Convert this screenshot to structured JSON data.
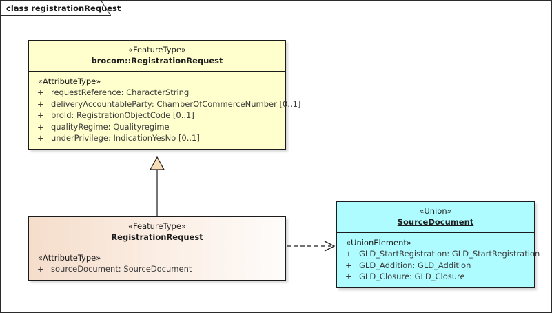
{
  "frame": {
    "title": "class registrationRequest"
  },
  "classes": {
    "brocom_registration_request": {
      "stereotype": "«FeatureType»",
      "name": "brocom::RegistrationRequest",
      "group_stereotype": "«AttributeType»",
      "attributes": [
        {
          "visibility": "+",
          "text": "requestReference: CharacterString"
        },
        {
          "visibility": "+",
          "text": "deliveryAccountableParty: ChamberOfCommerceNumber [0..1]"
        },
        {
          "visibility": "+",
          "text": "broId: RegistrationObjectCode [0..1]"
        },
        {
          "visibility": "+",
          "text": "qualityRegime: Qualityregime"
        },
        {
          "visibility": "+",
          "text": "underPrivilege: IndicationYesNo [0..1]"
        }
      ],
      "fill": "#ffffcd"
    },
    "registration_request": {
      "stereotype": "«FeatureType»",
      "name": "RegistrationRequest",
      "group_stereotype": "«AttributeType»",
      "attributes": [
        {
          "visibility": "+",
          "text": "sourceDocument: SourceDocument"
        }
      ],
      "fill": "#f5ddcb"
    },
    "source_document": {
      "stereotype": "«Union»",
      "name": "SourceDocument",
      "group_stereotype": "«UnionElement»",
      "attributes": [
        {
          "visibility": "+",
          "text": "GLD_StartRegistration: GLD_StartRegistration"
        },
        {
          "visibility": "+",
          "text": "GLD_Addition: GLD_Addition"
        },
        {
          "visibility": "+",
          "text": "GLD_Closure: GLD_Closure"
        }
      ],
      "fill": "#aefcff"
    }
  },
  "connectors": {
    "generalization": {
      "kind": "generalization",
      "from": "RegistrationRequest",
      "to": "brocom::RegistrationRequest",
      "line_style": "solid",
      "arrowhead": "hollow-triangle",
      "arrow_fill": "#f7ddb8"
    },
    "dependency": {
      "kind": "dependency",
      "from": "RegistrationRequest",
      "to": "SourceDocument",
      "line_style": "dashed",
      "arrowhead": "open-arrow"
    }
  },
  "colors": {
    "border": "#1c1c1c",
    "text": "#1d1d1d",
    "attribute_text": "#3a3a3a",
    "canvas": "#ffffff"
  }
}
